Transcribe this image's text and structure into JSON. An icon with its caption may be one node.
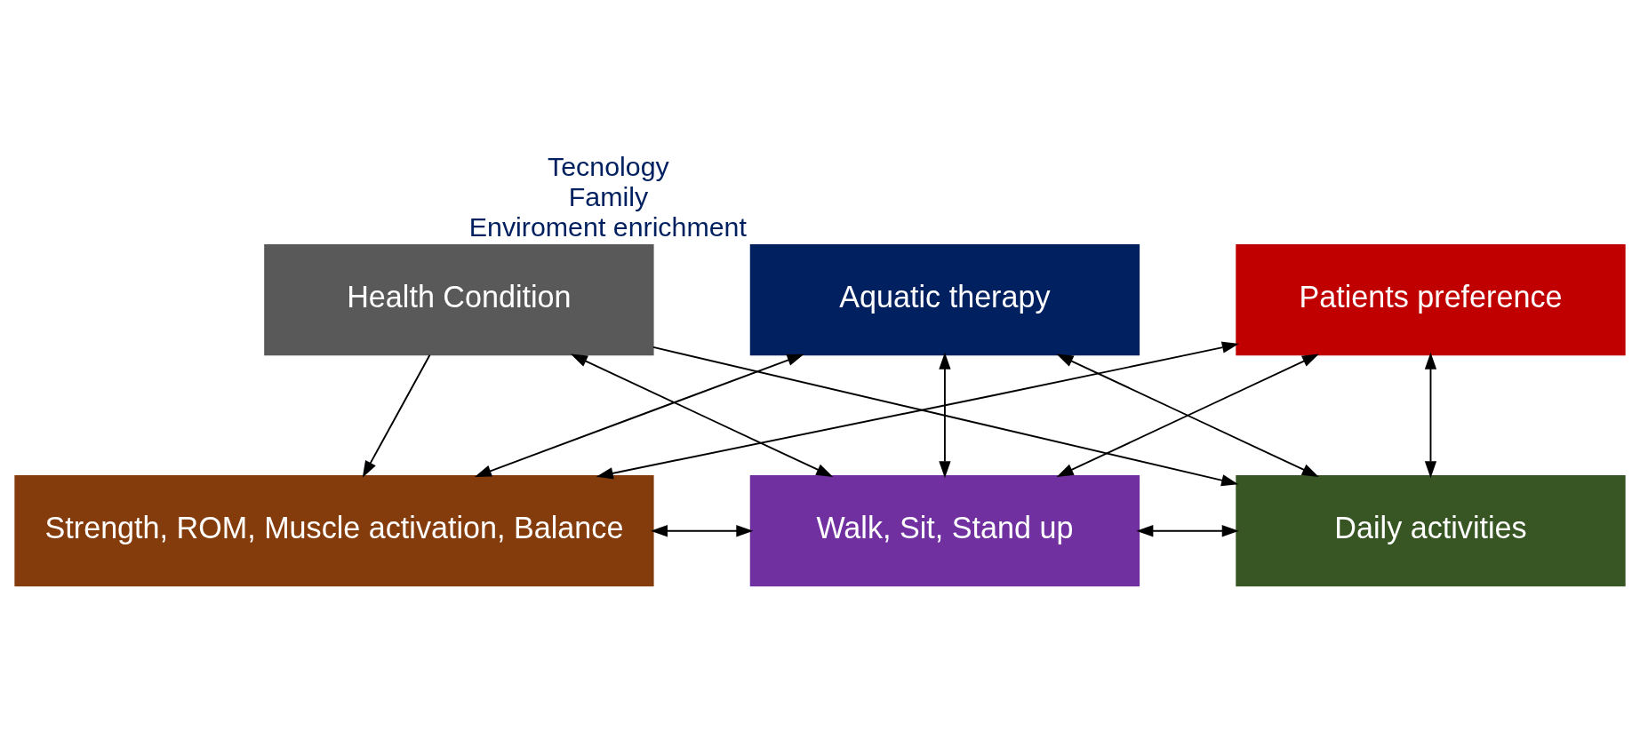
{
  "diagram": {
    "nodes": [
      {
        "text": [
          "Health Condition"
        ]
      },
      {
        "text": [
          "Strength, ROM, Muscle activation, Balance"
        ]
      },
      {
        "text": [
          "Walk, Sit, Stand up"
        ]
      },
      {
        "text": [
          "Daily activities"
        ]
      },
      {
        "text": [
          "Aquatic therapy"
        ],
        "beside": [
          "Tecnology",
          "Family",
          "Enviroment enrichment"
        ]
      },
      {
        "text": [
          "Patients preference"
        ]
      }
    ],
    "edges": [
      {
        "from": 0,
        "to": 2,
        "arrow": "both"
      },
      {
        "from": 0,
        "to": 1,
        "arrow": "to"
      },
      {
        "from": 0,
        "to": 3,
        "arrow": "to"
      },
      {
        "from": 1,
        "to": 2,
        "arrow": "both"
      },
      {
        "from": 2,
        "to": 3,
        "arrow": "both"
      },
      {
        "from": 4,
        "to": 2,
        "arrow": "both"
      },
      {
        "from": 5,
        "to": 2,
        "arrow": "both"
      },
      {
        "from": 4,
        "to": 1,
        "arrow": "both"
      },
      {
        "from": 4,
        "to": 3,
        "arrow": "both"
      },
      {
        "from": 5,
        "to": 1,
        "arrow": "both"
      },
      {
        "from": 5,
        "to": 3,
        "arrow": "both"
      }
    ]
  }
}
